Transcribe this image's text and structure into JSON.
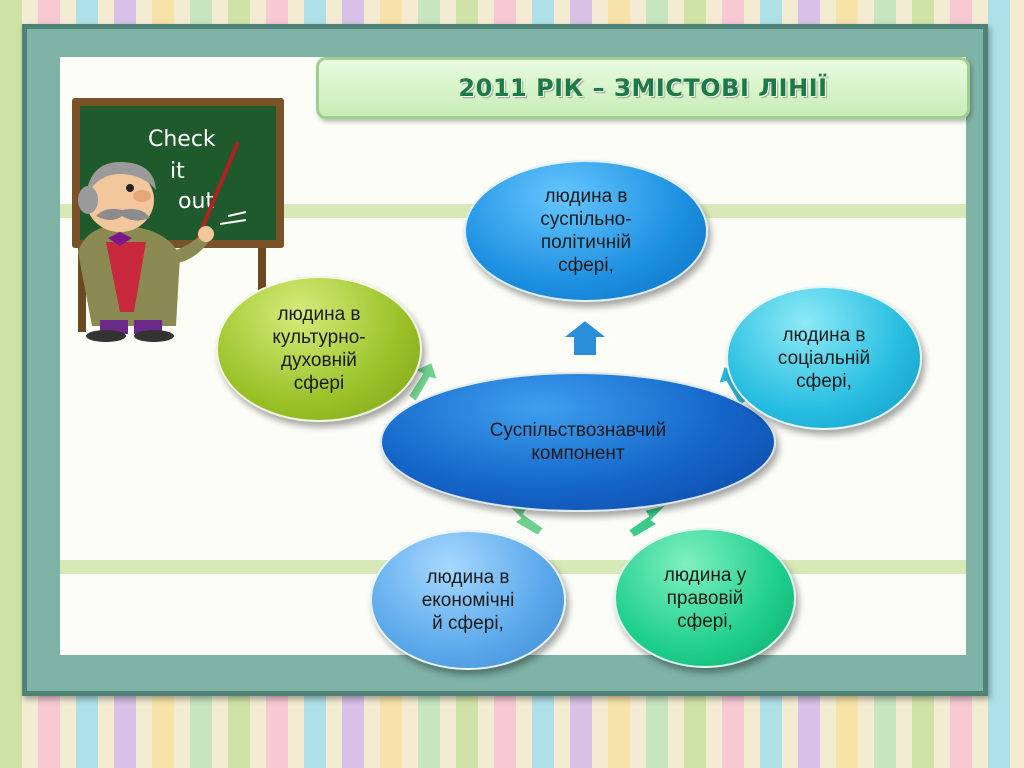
{
  "title": "2011 РІК – ЗМІСТОВІ ЛІНІЇ",
  "chalkboard": {
    "lines": [
      "Check",
      "it",
      "out"
    ]
  },
  "diagram": {
    "center": [
      "Суспільствознавчий",
      "компонент"
    ],
    "top": [
      "людина в",
      "суспільно-",
      "політичній",
      "сфері,"
    ],
    "left": [
      "людина в",
      "культурно-",
      "духовній",
      "сфері"
    ],
    "right": [
      "людина в",
      "соціальній",
      "сфері,"
    ],
    "bottom_left": [
      "людина в",
      "економічні",
      "й сфері,"
    ],
    "bottom_right": [
      "людина у",
      "правовій",
      "сфері,"
    ]
  },
  "colors": {
    "frame": "#7fb3a6",
    "title": "#1c7a46",
    "center": "#1566c9",
    "top": "#1c8fe0",
    "left": "#99c227",
    "right": "#26bde0",
    "bottom_left": "#5aa8ea",
    "bottom_right": "#1ecf8c",
    "arrow_blue": "#2a8fd8",
    "arrow_green": "#6fd08c"
  }
}
